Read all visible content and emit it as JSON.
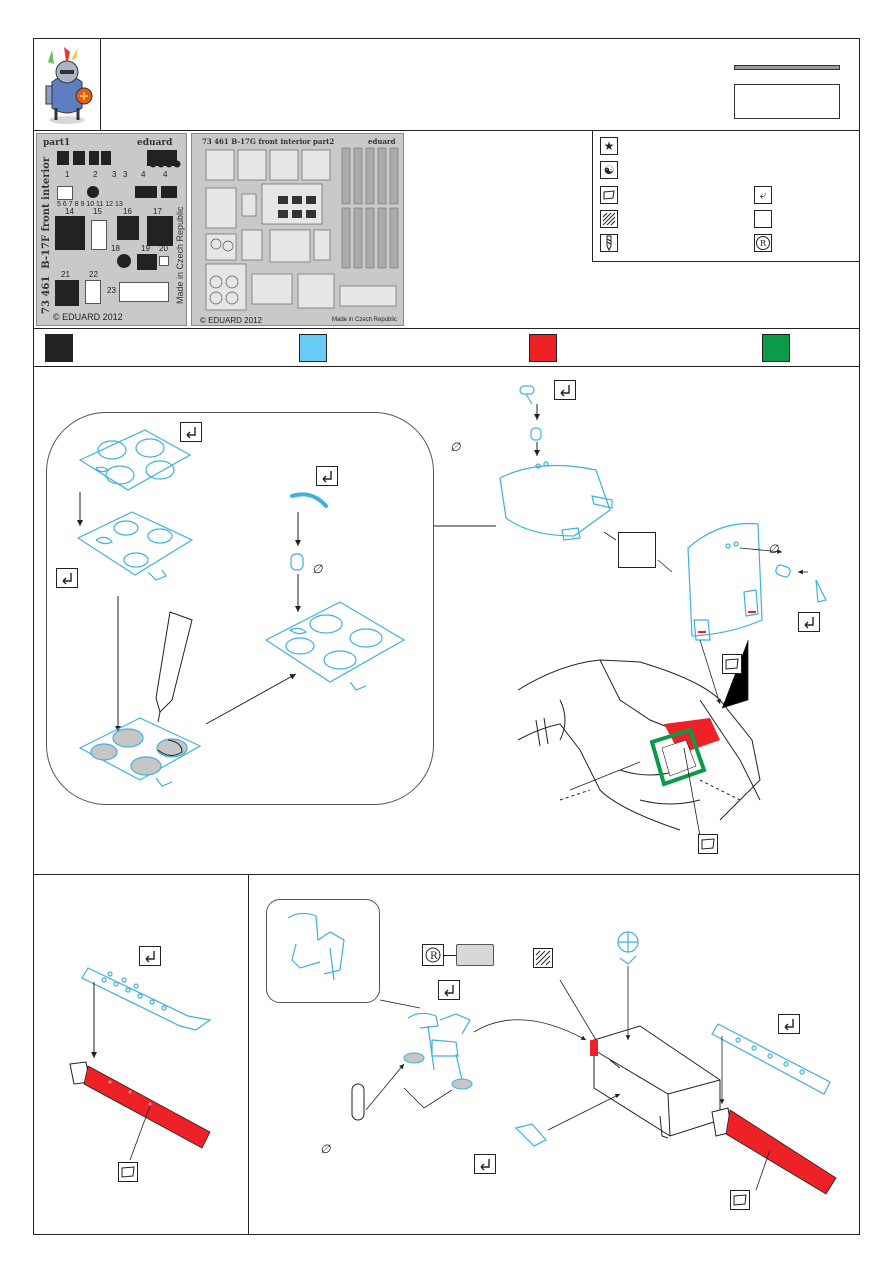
{
  "fret1": {
    "title": "part1",
    "brand": "eduard",
    "side_code": "73 461",
    "side_name": "B-17F front interior",
    "country": "Made in Czech Republic",
    "copyright": "© EDUARD 2012",
    "part_numbers": [
      "1",
      "2",
      "3",
      "3",
      "4",
      "4",
      "5",
      "6",
      "7",
      "8",
      "9",
      "10",
      "11",
      "12",
      "13",
      "14",
      "15",
      "16",
      "17",
      "18",
      "19",
      "20",
      "21",
      "22",
      "23"
    ]
  },
  "fret2": {
    "title": "73 461  B-17G front interior   part2",
    "brand": "eduard",
    "copyright": "© EDUARD 2012",
    "country": "Made in Czech Republic"
  },
  "colors": {
    "black": "#222222",
    "light_blue": "#66ccf5",
    "red": "#ee2127",
    "green": "#0a9a4a",
    "outline_blue": "#3fb0e0",
    "tone_grey": "#c6c6c6"
  },
  "symbols": {
    "diameter": "∅",
    "resin": "R"
  }
}
